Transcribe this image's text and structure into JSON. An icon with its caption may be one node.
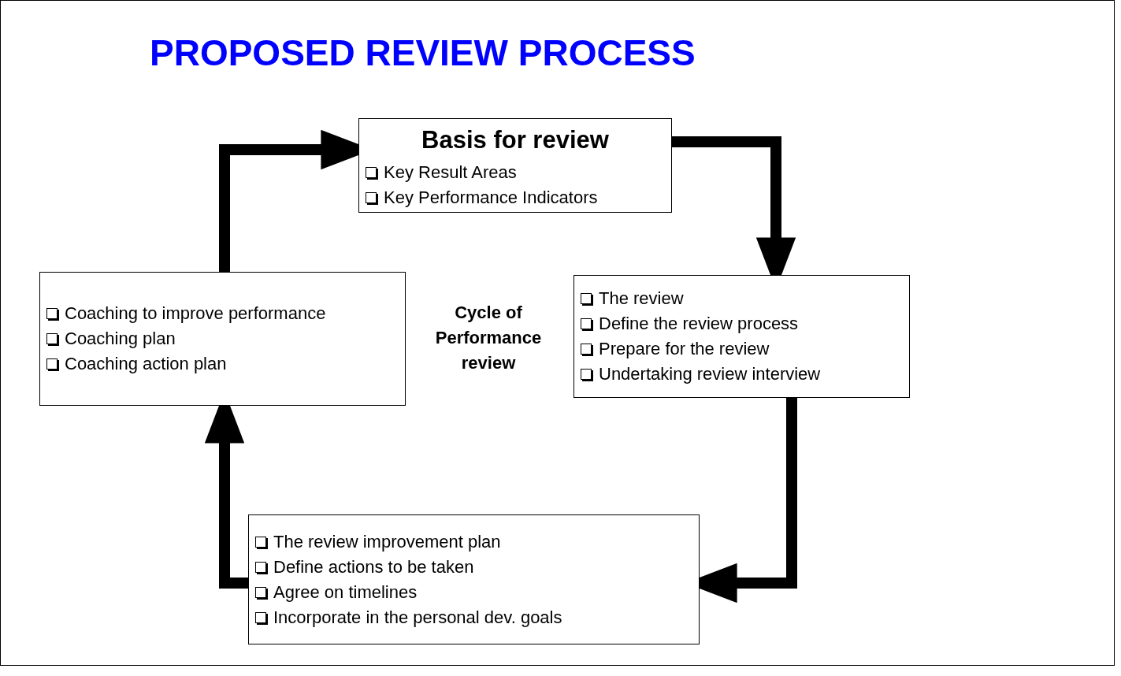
{
  "diagram": {
    "title": "PROPOSED REVIEW PROCESS",
    "nodes": [
      {
        "text": [
          "Basis for review",
          "Key Result Areas",
          "Key Performance Indicators"
        ]
      },
      {
        "text": [
          "The review",
          "Define the review process",
          "Prepare for the review",
          "Undertaking review interview"
        ]
      },
      {
        "text": [
          "The review improvement plan",
          "Define actions to be taken",
          "Agree on timelines",
          "Incorporate in the personal dev. goals"
        ]
      },
      {
        "text": [
          "Coaching to improve performance",
          "Coaching plan",
          "Coaching action plan"
        ]
      }
    ],
    "edges": [
      {
        "from": 0,
        "to": 1,
        "arrow": "to"
      },
      {
        "from": 1,
        "to": 2,
        "arrow": "to"
      },
      {
        "from": 2,
        "to": 3,
        "arrow": "to"
      },
      {
        "from": 3,
        "to": 0,
        "arrow": "to"
      }
    ],
    "labels": [
      "Cycle of Performance review"
    ]
  }
}
